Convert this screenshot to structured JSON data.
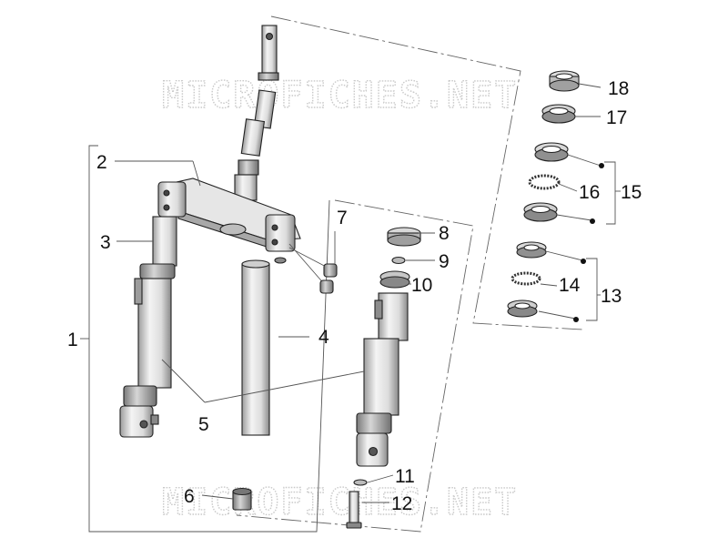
{
  "watermark": {
    "top": "MICROFICHES.NET",
    "bottom": "MICROFICHES.NET"
  },
  "callouts": {
    "c1": "1",
    "c2": "2",
    "c3": "3",
    "c4": "4",
    "c5": "5",
    "c6": "6",
    "c7": "7",
    "c8": "8",
    "c9": "9",
    "c10": "10",
    "c11": "11",
    "c12": "12",
    "c13": "13",
    "c14": "14",
    "c15": "15",
    "c16": "16",
    "c17": "17",
    "c18": "18"
  },
  "colors": {
    "part_fill": "#e9e9e9",
    "part_dark": "#9a9a9a",
    "line": "#555555"
  }
}
